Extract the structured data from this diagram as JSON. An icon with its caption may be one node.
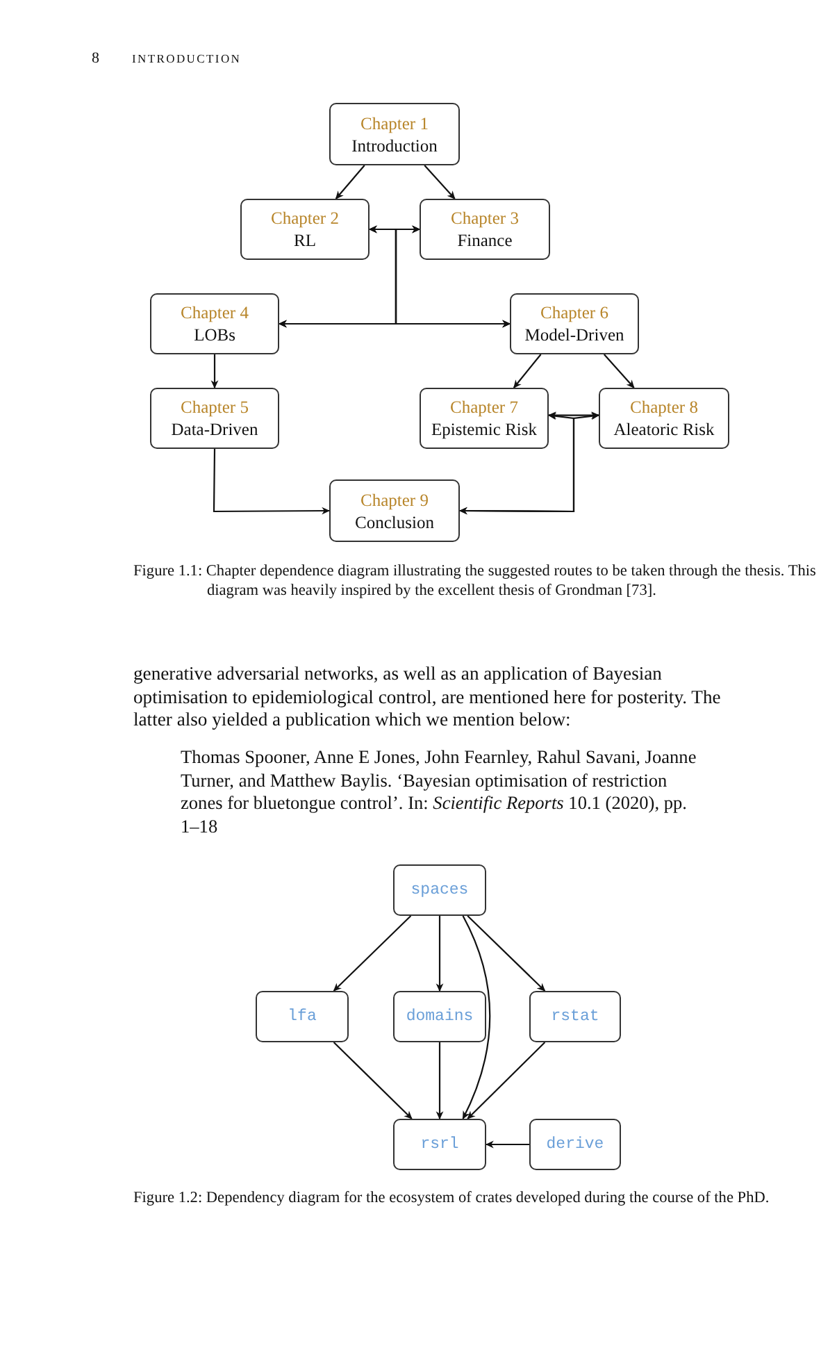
{
  "diagram": {
    "nodes": [
      {
        "text": [
          "Chapter 1",
          "Introduction"
        ]
      },
      {
        "text": [
          "Chapter 2",
          "RL"
        ]
      },
      {
        "text": [
          "Chapter 3",
          "Finance"
        ]
      },
      {
        "text": [
          "Chapter 4",
          "LOBs"
        ]
      },
      {
        "text": [
          "Chapter 5",
          "Data-Driven"
        ]
      },
      {
        "text": [
          "Chapter 6",
          "Model-Driven"
        ]
      },
      {
        "text": [
          "Chapter 7",
          "Epistemic Risk"
        ]
      },
      {
        "text": [
          "Chapter 8",
          "Aleatoric Risk"
        ]
      },
      {
        "text": [
          "Chapter 9",
          "Conclusion"
        ]
      },
      {
        "text": [
          "spaces"
        ]
      },
      {
        "text": [
          "lfa"
        ]
      },
      {
        "text": [
          "domains"
        ]
      },
      {
        "text": [
          "rstat"
        ]
      },
      {
        "text": [
          "rsrl"
        ]
      },
      {
        "text": [
          "derive"
        ]
      }
    ],
    "edges": [
      {
        "from": 0,
        "to": 1,
        "arrow": "to"
      },
      {
        "from": 0,
        "to": 2,
        "arrow": "to"
      },
      {
        "from": 1,
        "to": 2,
        "arrow": "both"
      },
      {
        "from": 3,
        "to": 5,
        "arrow": "both"
      },
      {
        "from": 1,
        "to": 3,
        "arrow": "both"
      },
      {
        "from": 1,
        "to": 5,
        "arrow": "both"
      },
      {
        "from": 2,
        "to": 3,
        "arrow": "both"
      },
      {
        "from": 2,
        "to": 5,
        "arrow": "both"
      },
      {
        "from": 3,
        "to": 4,
        "arrow": "to"
      },
      {
        "from": 5,
        "to": 6,
        "arrow": "to"
      },
      {
        "from": 5,
        "to": 7,
        "arrow": "to"
      },
      {
        "from": 6,
        "to": 7,
        "arrow": "both"
      },
      {
        "from": 6,
        "to": 8,
        "arrow": "both"
      },
      {
        "from": 7,
        "to": 8,
        "arrow": "both"
      },
      {
        "from": 4,
        "to": 8,
        "arrow": "to"
      },
      {
        "from": 9,
        "to": 10,
        "arrow": "to"
      },
      {
        "from": 9,
        "to": 11,
        "arrow": "to"
      },
      {
        "from": 9,
        "to": 12,
        "arrow": "to"
      },
      {
        "from": 9,
        "to": 13,
        "arrow": "to"
      },
      {
        "from": 10,
        "to": 13,
        "arrow": "to"
      },
      {
        "from": 11,
        "to": 13,
        "arrow": "to"
      },
      {
        "from": 12,
        "to": 13,
        "arrow": "to"
      },
      {
        "from": 14,
        "to": 13,
        "arrow": "to"
      }
    ],
    "labels": [
      "8",
      "INTRODUCTION",
      "Figure 1.1: Chapter dependence diagram illustrating the suggested routes to be taken through the thesis. This diagram was heavily inspired by the excellent thesis of Grondman [73].",
      "generative adversarial networks, as well as an application of Bayesian optimisation to epidemiological control, are mentioned here for posterity. The latter also yielded a publication which we mention below:",
      "Thomas Spooner, Anne E Jones, John Fearnley, Rahul Savani, Joanne Turner, and Matthew Baylis. ‘Bayesian optimisation of restriction zones for bluetongue control’. In: *Scientific Reports* 10.1 (2020), pp. 1–18",
      "Figure 1.2: Dependency diagram for the ecosystem of crates developed during the course of the PhD."
    ]
  }
}
